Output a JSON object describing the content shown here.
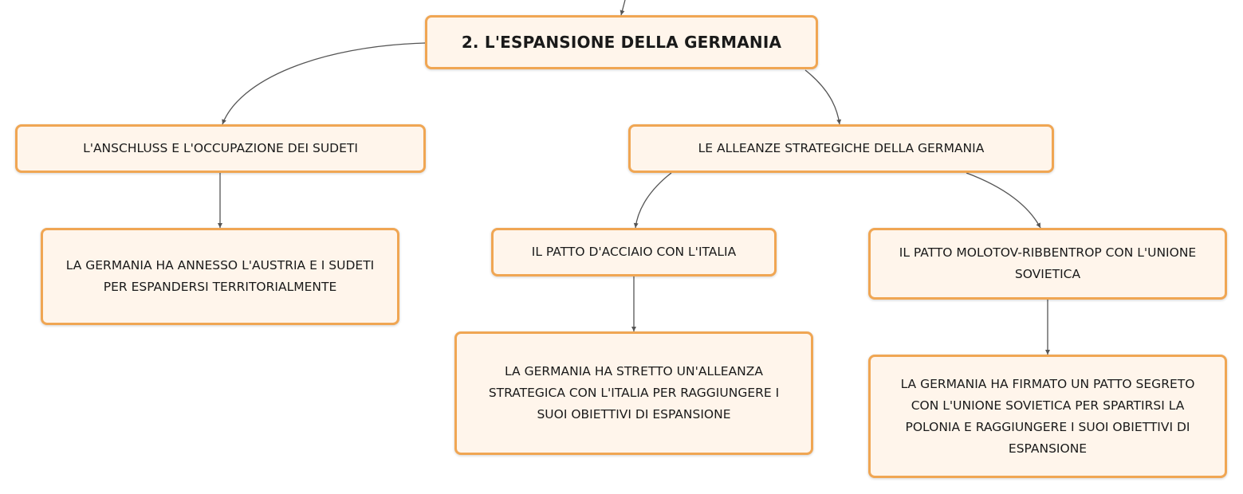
{
  "diagram": {
    "nodes": {
      "root": "2. L'ESPANSIONE DELLA GERMANIA",
      "anschluss": "L'ANSCHLUSS E L'OCCUPAZIONE DEI SUDETI",
      "alleanze": "LE ALLEANZE STRATEGICHE DELLA GERMANIA",
      "anschluss_desc": "LA GERMANIA HA ANNESSO L'AUSTRIA E I SUDETI PER ESPANDERSI TERRITORIALMENTE",
      "acciaio": "IL PATTO D'ACCIAIO CON L'ITALIA",
      "molotov": "IL PATTO MOLOTOV-RIBBENTROP CON L'UNIONE SOVIETICA",
      "acciaio_desc": "LA GERMANIA HA STRETTO UN'ALLEANZA STRATEGICA CON L'ITALIA PER RAGGIUNGERE I SUOI OBIETTIVI DI ESPANSIONE",
      "molotov_desc": "LA GERMANIA HA FIRMATO UN PATTO SEGRETO CON L'UNIONE SOVIETICA PER SPARTIRSI LA POLONIA E RAGGIUNGERE I SUOI OBIETTIVI DI ESPANSIONE"
    },
    "edges": [
      {
        "from": "parent",
        "to": "root"
      },
      {
        "from": "root",
        "to": "anschluss"
      },
      {
        "from": "root",
        "to": "alleanze"
      },
      {
        "from": "anschluss",
        "to": "anschluss_desc"
      },
      {
        "from": "alleanze",
        "to": "acciaio"
      },
      {
        "from": "alleanze",
        "to": "molotov"
      },
      {
        "from": "acciaio",
        "to": "acciaio_desc"
      },
      {
        "from": "molotov",
        "to": "molotov_desc"
      }
    ],
    "colors": {
      "node_fill": "#fff5eb",
      "node_border": "#f0a653",
      "link": "#555555",
      "text": "#1a1a1a"
    }
  }
}
